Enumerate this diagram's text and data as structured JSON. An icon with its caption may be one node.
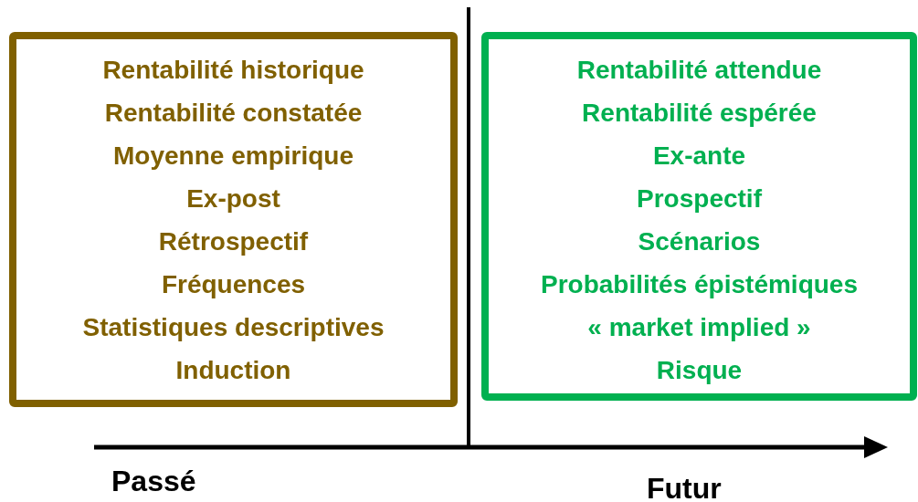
{
  "diagram": {
    "nodes": [
      {
        "text": [
          "Rentabilité historique",
          "Rentabilité constatée",
          "Moyenne empirique",
          "Ex-post",
          "Rétrospectif",
          "Fréquences",
          "Statistiques descriptives",
          "Induction"
        ]
      },
      {
        "text": [
          "Rentabilité attendue",
          "Rentabilité espérée",
          "Ex-ante",
          "Prospectif",
          "Scénarios",
          "Probabilités épistémiques",
          "« market implied »",
          "Risque"
        ]
      }
    ],
    "edges": [],
    "labels": [
      "Passé",
      "Futur"
    ]
  }
}
